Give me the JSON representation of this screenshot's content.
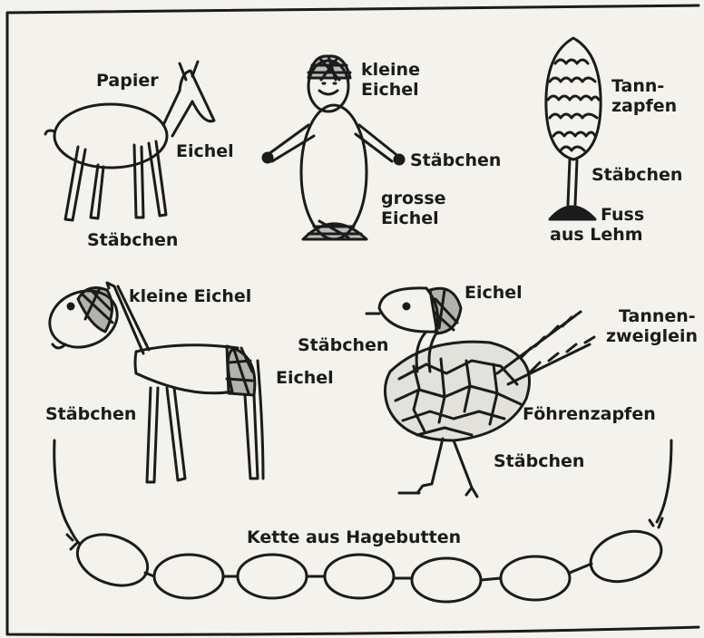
{
  "labels": {
    "deer_papier": "Papier",
    "deer_eichel": "Eichel",
    "deer_staebchen": "Stäbchen",
    "man_kleine_eichel_1": "kleine",
    "man_kleine_eichel_2": "Eichel",
    "man_staebchen": "Stäbchen",
    "man_grosse_eichel_1": "grosse",
    "man_grosse_eichel_2": "Eichel",
    "tree_tannzapfen_1": "Tann-",
    "tree_tannzapfen_2": "zapfen",
    "tree_staebchen": "Stäbchen",
    "tree_fuss_1": "Fuss",
    "tree_fuss_2": "aus Lehm",
    "horse_kleine_eichel": "kleine Eichel",
    "horse_eichel": "Eichel",
    "horse_staebchen": "Stäbchen",
    "bird_eichel": "Eichel",
    "bird_staebchen_neck": "Stäbchen",
    "bird_tannenzweiglein_1": "Tannen-",
    "bird_tannenzweiglein_2": "zweiglein",
    "bird_foehrenzapfen": "Föhrenzapfen",
    "bird_staebchen_legs": "Stäbchen",
    "chain_title": "Kette aus Hagebutten"
  }
}
